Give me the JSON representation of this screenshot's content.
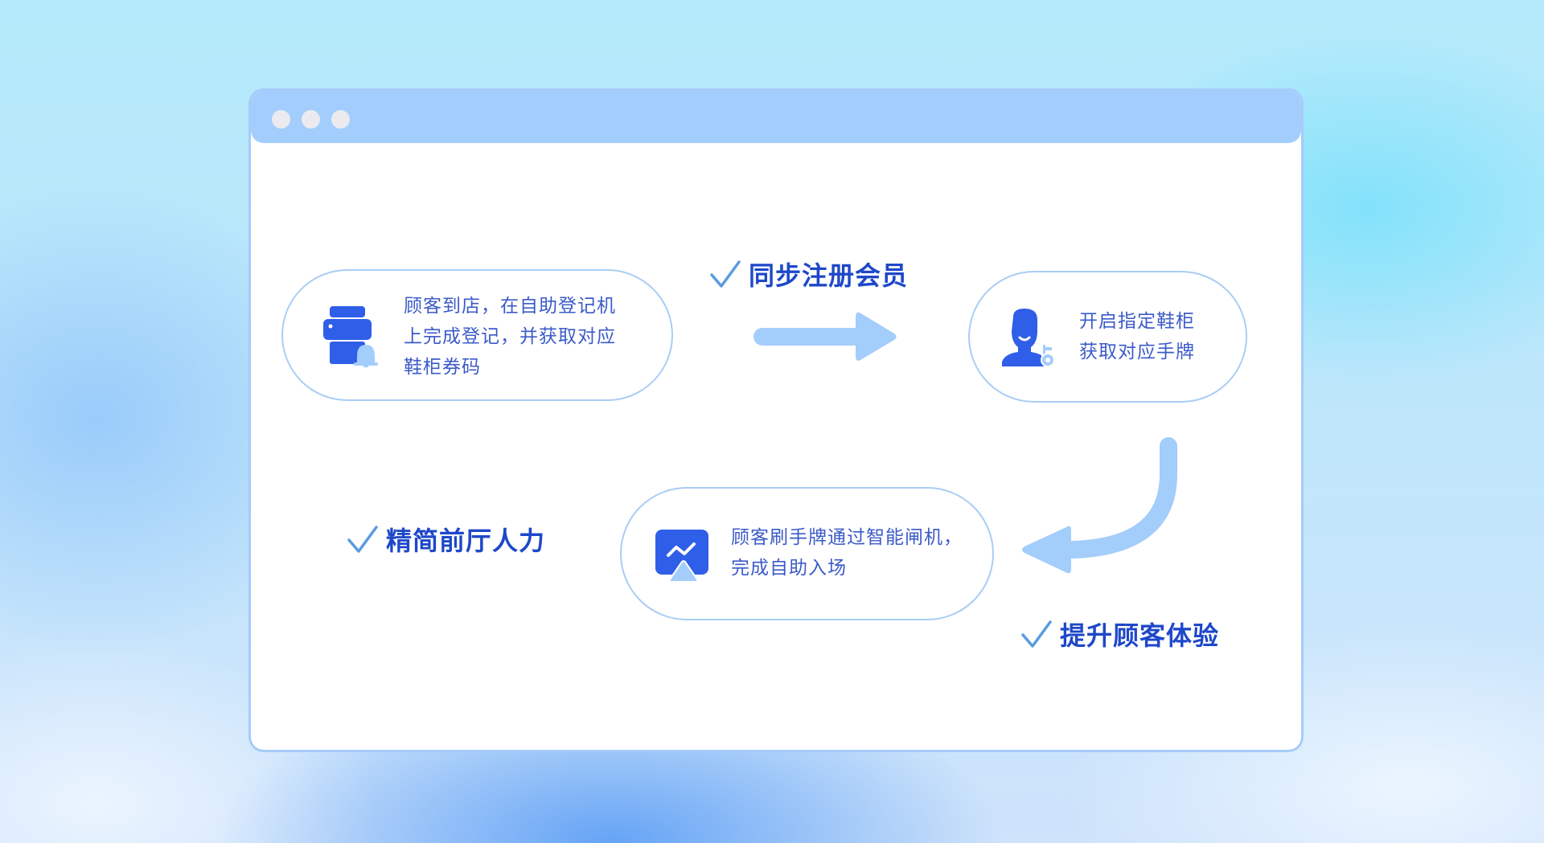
{
  "window": {
    "titlebar_dots": [
      "dot-1",
      "dot-2",
      "dot-3"
    ]
  },
  "steps": [
    {
      "id": "step-1",
      "icon": "printer-bell-icon",
      "lines": [
        "顾客到店，在自助登记机",
        "上完成登记，并获取对应",
        "鞋柜券码"
      ]
    },
    {
      "id": "step-2",
      "icon": "person-key-icon",
      "lines": [
        "开启指定鞋柜",
        "获取对应手牌"
      ]
    },
    {
      "id": "step-3",
      "icon": "gate-screen-icon",
      "lines": [
        "顾客刷手牌通过智能闸机，",
        "完成自助入场"
      ]
    }
  ],
  "benefits": [
    {
      "icon": "check-icon",
      "label": "同步注册会员"
    },
    {
      "icon": "check-icon",
      "label": "精简前厅人力"
    },
    {
      "icon": "check-icon",
      "label": "提升顾客体验"
    }
  ],
  "colors": {
    "primary_blue": "#2f5fe8",
    "light_blue": "#a3cdfb",
    "text_blue": "#3c5bc8",
    "label_blue": "#1e48c9",
    "check_blue": "#5a9be0",
    "arrow_blue": "#a3cdfb",
    "pill_border": "#a9cdf4"
  }
}
